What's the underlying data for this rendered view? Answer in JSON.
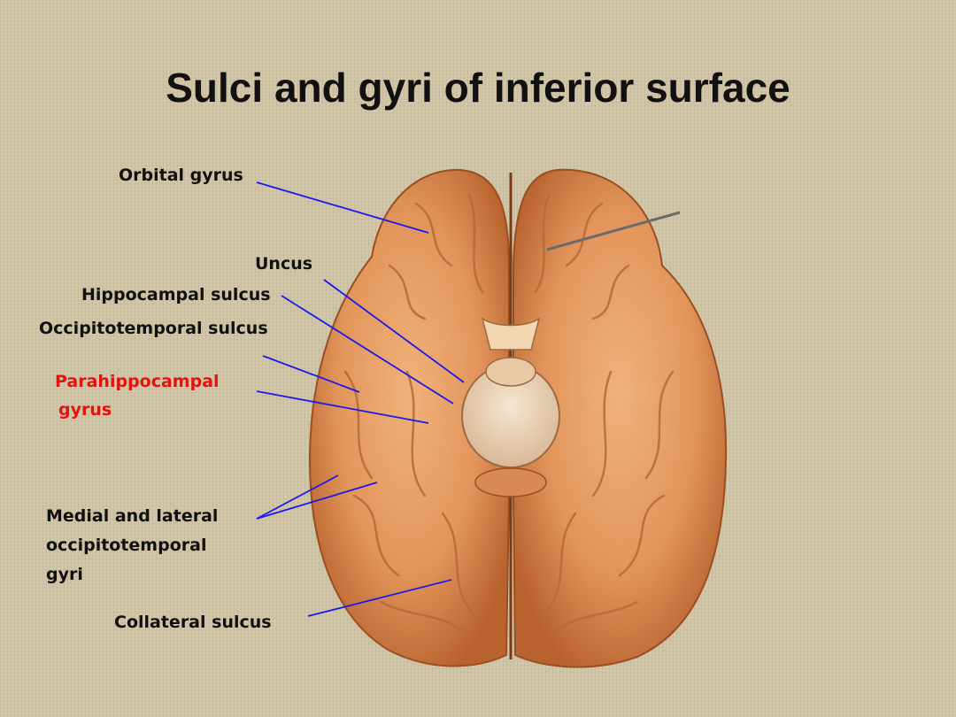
{
  "title": "Sulci and gyri of inferior surface",
  "labels": {
    "orbital_gyrus": "Orbital gyrus",
    "uncus": "Uncus",
    "hippocampal_sulcus": "Hippocampal sulcus",
    "occipitotemporal_sulcus": "Occipitotemporal sulcus",
    "parahippocampal_line1": "Parahippocampal",
    "parahippocampal_line2": "gyrus",
    "medial_lateral_line1": "Medial and lateral",
    "medial_lateral_line2": "occipitotemporal",
    "medial_lateral_line3": "gyri",
    "collateral_sulcus": "Collateral sulcus"
  },
  "colors": {
    "leader_line": "#1a1aee",
    "highlight_label": "#e0140f",
    "brain": "#e59a5c"
  }
}
